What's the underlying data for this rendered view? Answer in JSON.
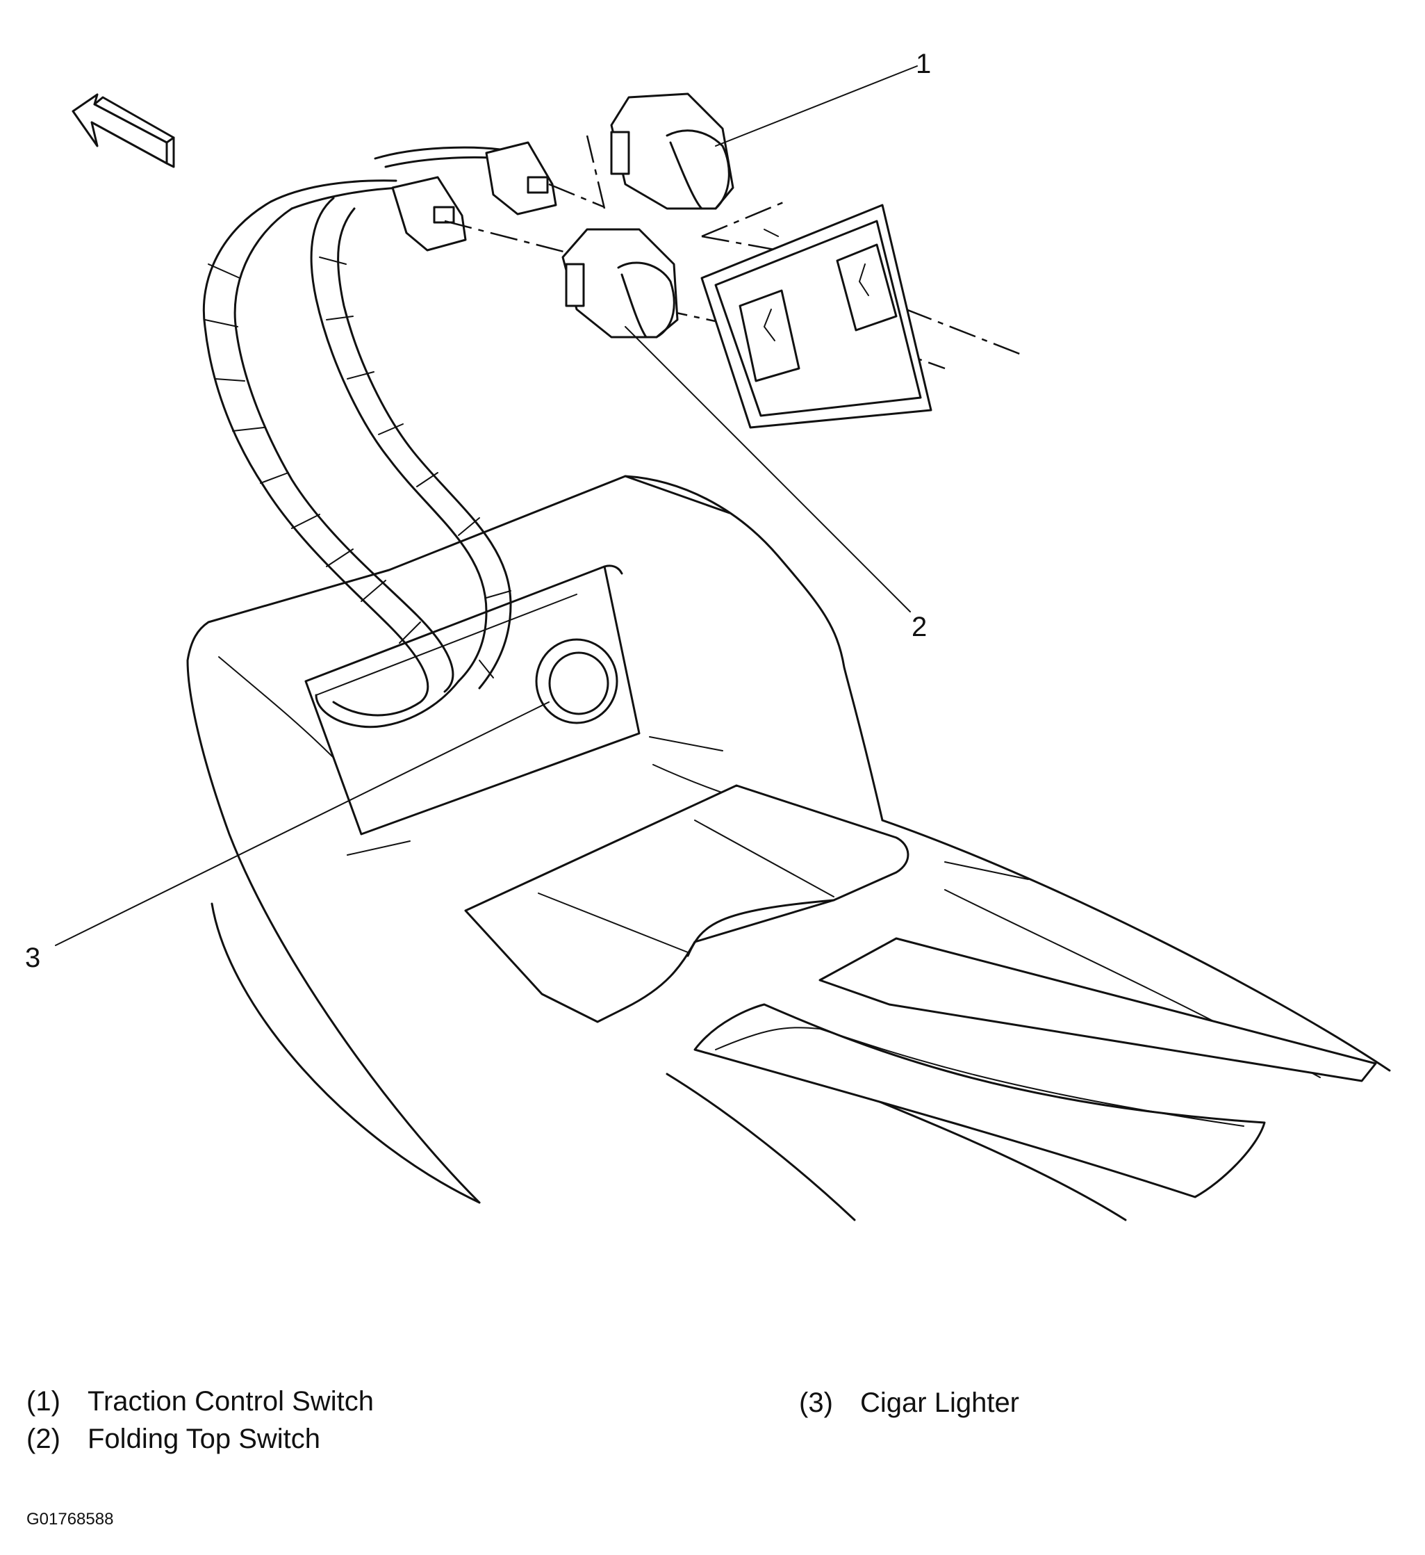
{
  "callouts": [
    {
      "id": "1",
      "label": "1"
    },
    {
      "id": "2",
      "label": "2"
    },
    {
      "id": "3",
      "label": "3"
    }
  ],
  "legend": [
    {
      "num": "(1)",
      "text": "Traction Control Switch"
    },
    {
      "num": "(2)",
      "text": "Folding Top Switch"
    },
    {
      "num": "(3)",
      "text": "Cigar Lighter"
    }
  ],
  "figure_id": "G01768588",
  "icons": {
    "direction_arrow": "forward-arrow-icon"
  }
}
